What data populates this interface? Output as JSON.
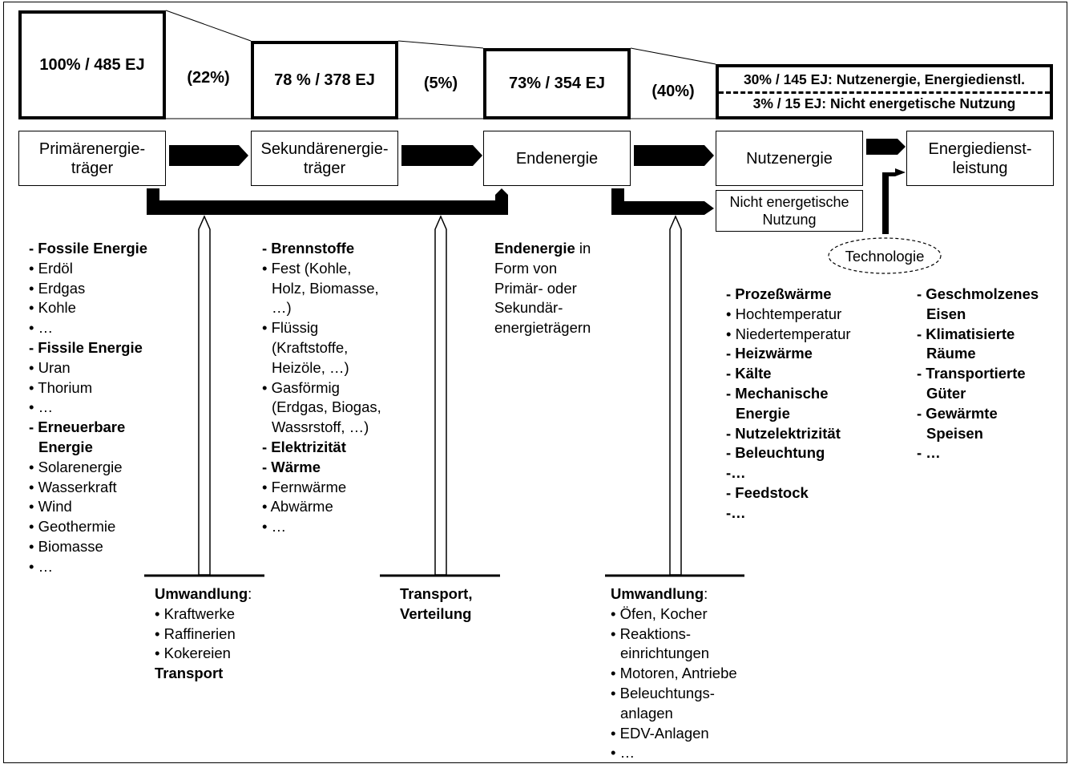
{
  "top_boxes": {
    "primary": "100% / 485 EJ",
    "secondary": "78 % / 378 EJ",
    "final": "73% / 354 EJ",
    "useful": "30% / 145 EJ: Nutzenergie, Energiedienstl.",
    "nonenergy": "3% / 15 EJ: Nicht energetische Nutzung"
  },
  "losses": [
    "(22%)",
    "(5%)",
    "(40%)"
  ],
  "stages": {
    "primary": [
      "Primärenergie-",
      "träger"
    ],
    "secondary": [
      "Sekundärenergie-",
      "träger"
    ],
    "final": "Endenergie",
    "useful": "Nutzenergie",
    "nonenergy": [
      "Nicht energetische",
      "Nutzung"
    ],
    "service": [
      "Energiedienst-",
      "leistung"
    ]
  },
  "technology_label": "Technologie",
  "primary_list": [
    {
      "t": "- Fossile Energie",
      "bold": true
    },
    {
      "t": "• Erdöl"
    },
    {
      "t": "• Erdgas"
    },
    {
      "t": "• Kohle"
    },
    {
      "t": "• …"
    },
    {
      "t": "- Fissile Energie",
      "bold": true
    },
    {
      "t": "• Uran"
    },
    {
      "t": "• Thorium"
    },
    {
      "t": "• …"
    },
    {
      "t": "- Erneuerbare",
      "bold": true
    },
    {
      "t": "Energie",
      "bold": true,
      "indent": true
    },
    {
      "t": "• Solarenergie"
    },
    {
      "t": "• Wasserkraft"
    },
    {
      "t": "• Wind"
    },
    {
      "t": "• Geothermie"
    },
    {
      "t": "• Biomasse"
    },
    {
      "t": "• …"
    }
  ],
  "secondary_list": [
    {
      "t": "- Brennstoffe",
      "bold": true
    },
    {
      "t": "• Fest (Kohle,"
    },
    {
      "t": "Holz, Biomasse,",
      "indent": true
    },
    {
      "t": "…)",
      "indent": true
    },
    {
      "t": "• Flüssig"
    },
    {
      "t": "(Kraftstoffe,",
      "indent": true
    },
    {
      "t": "Heizöle, …)",
      "indent": true
    },
    {
      "t": "• Gasförmig"
    },
    {
      "t": "(Erdgas, Biogas,",
      "indent": true
    },
    {
      "t": "Wassrstoff, …)",
      "indent": true
    },
    {
      "t": "- Elektrizität",
      "bold": true
    },
    {
      "t": "- Wärme",
      "bold": true
    },
    {
      "t": "• Fernwärme"
    },
    {
      "t": "• Abwärme"
    },
    {
      "t": "• …"
    }
  ],
  "final_text": {
    "bold": "Endenergie",
    "rest": " in",
    "lines": [
      "Form von",
      "Primär- oder",
      "Sekundär-",
      "energieträgern"
    ]
  },
  "useful_list": [
    {
      "t": "- Prozeßwärme",
      "bold": true
    },
    {
      "t": "• Hochtemperatur"
    },
    {
      "t": "• Niedertemperatur"
    },
    {
      "t": "- Heizwärme",
      "bold": true
    },
    {
      "t": "- Kälte",
      "bold": true
    },
    {
      "t": "- Mechanische",
      "bold": true
    },
    {
      "t": "Energie",
      "bold": true,
      "indent": true
    },
    {
      "t": "- Nutzelektrizität",
      "bold": true
    },
    {
      "t": "- Beleuchtung",
      "bold": true
    },
    {
      "t": "-…",
      "bold": true
    },
    {
      "t": " "
    },
    {
      "t": "- Feedstock",
      "bold": true
    },
    {
      "t": "-…",
      "bold": true
    }
  ],
  "service_list": [
    {
      "t": "- Geschmolzenes",
      "bold": true
    },
    {
      "t": "Eisen",
      "bold": true,
      "indent": true
    },
    {
      "t": "- Klimatisierte",
      "bold": true
    },
    {
      "t": "Räume",
      "bold": true,
      "indent": true
    },
    {
      "t": "- Transportierte",
      "bold": true
    },
    {
      "t": "Güter",
      "bold": true,
      "indent": true
    },
    {
      "t": "- Gewärmte",
      "bold": true
    },
    {
      "t": "Speisen",
      "bold": true,
      "indent": true
    },
    {
      "t": "- …",
      "bold": true
    }
  ],
  "conversion1": {
    "head_bold": "Umwandlung",
    "head_rest": ":",
    "items": [
      "• Kraftwerke",
      "• Raffinerien",
      "• Kokereien"
    ],
    "tail_bold": "Transport"
  },
  "transport": [
    "Transport,",
    "Verteilung"
  ],
  "conversion2": {
    "head_bold": "Umwandlung",
    "head_rest": ":",
    "items": [
      {
        "t": "• Öfen, Kocher"
      },
      {
        "t": "• Reaktions-"
      },
      {
        "t": "einrichtungen",
        "indent": true
      },
      {
        "t": "• Motoren, Antriebe"
      },
      {
        "t": "• Beleuchtungs-"
      },
      {
        "t": "anlagen",
        "indent": true
      },
      {
        "t": "• EDV-Anlagen"
      },
      {
        "t": "• …"
      }
    ]
  }
}
